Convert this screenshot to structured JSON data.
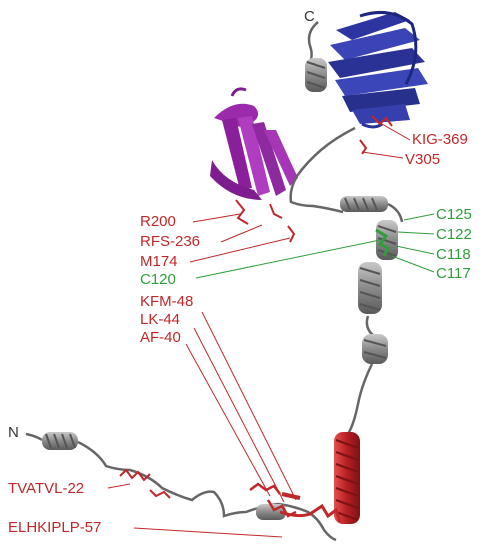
{
  "termini": {
    "n": "N",
    "c": "C"
  },
  "labels": {
    "kig369": "KIG-369",
    "v305": "V305",
    "r200": "R200",
    "rfs236": "RFS-236",
    "m174": "M174",
    "c120": "C120",
    "kfm48": "KFM-48",
    "lk44": "LK-44",
    "af40": "AF-40",
    "tvatvl22": "TVATVL-22",
    "elhkiplp57": "ELHKIPLP-57",
    "c125": "C125",
    "c122": "C122",
    "c118": "C118",
    "c117": "C117"
  },
  "colors": {
    "residue_red": "#c0282a",
    "cysteine_green": "#2f9e3a",
    "chain_gray": "#8a8a8a",
    "domain_blue": "#3a3fa8",
    "domain_purple": "#9a2aa8",
    "helix_red": "#c8282a"
  }
}
